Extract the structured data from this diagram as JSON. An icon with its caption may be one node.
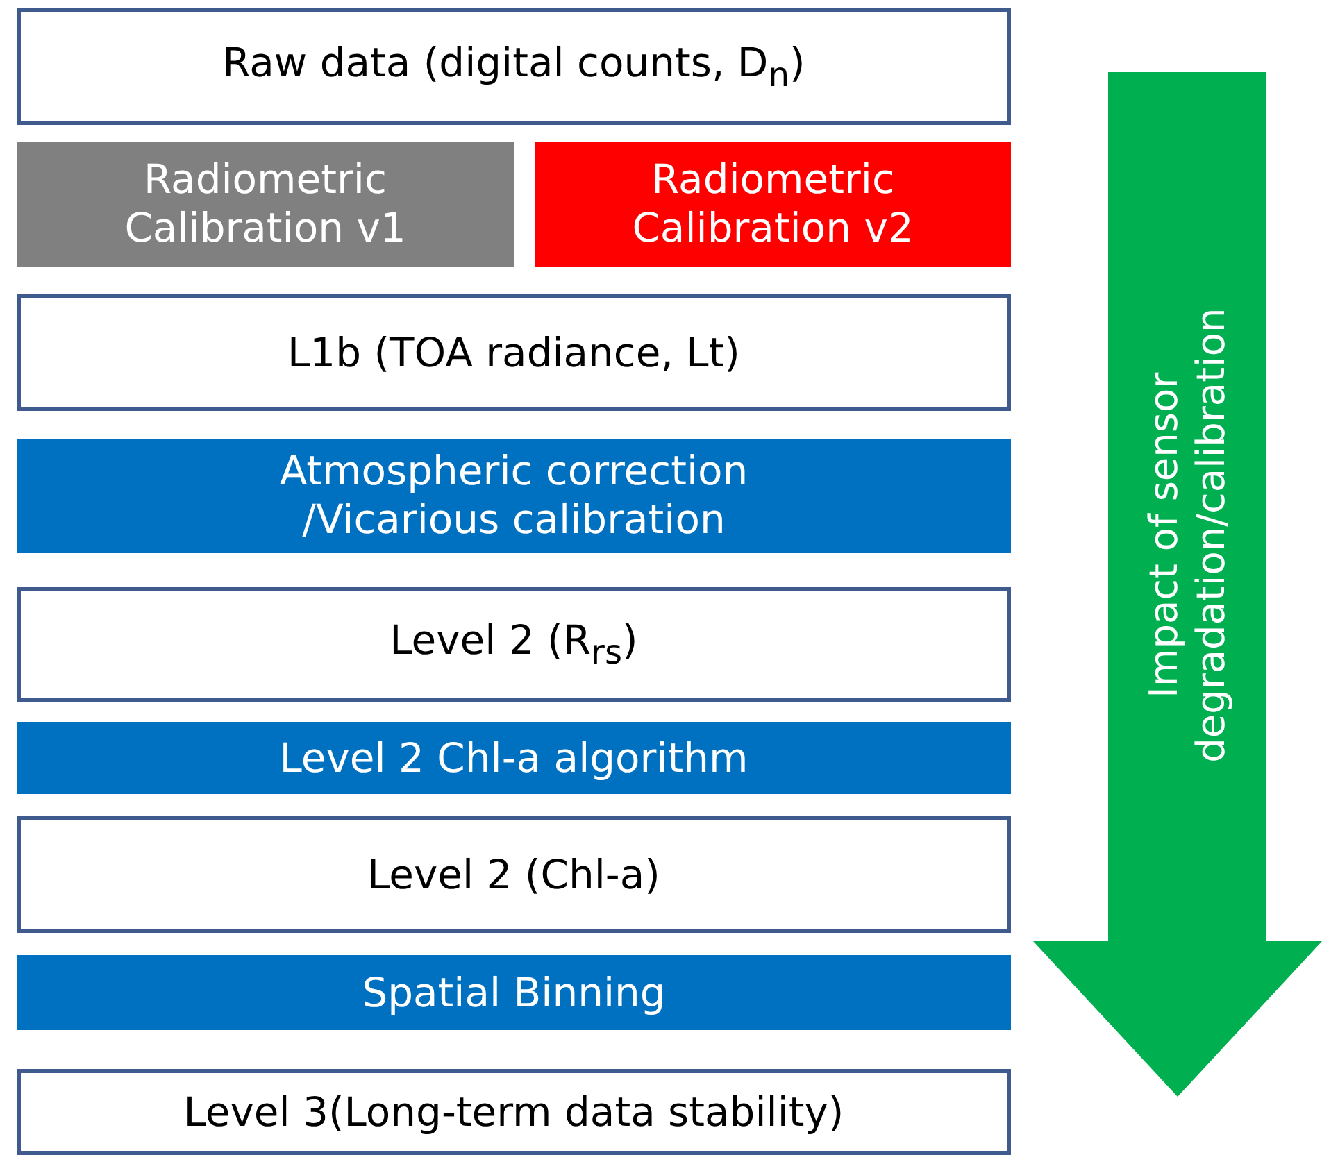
{
  "diagram": {
    "nodes": [
      {
        "text": [
          "Raw data (digital counts, D$_{n}$)"
        ]
      },
      {
        "text": [
          "Radiometric Calibration v1"
        ]
      },
      {
        "text": [
          "Radiometric Calibration v2"
        ]
      },
      {
        "text": [
          "L1b (TOA radiance, Lt)"
        ]
      },
      {
        "text": [
          "Atmospheric correction /Vicarious calibration"
        ]
      },
      {
        "text": [
          "Level 2 (R$_{rs}$)"
        ]
      },
      {
        "text": [
          "Level 2 Chl-a algorithm"
        ]
      },
      {
        "text": [
          "Level 2 (Chl-a)"
        ]
      },
      {
        "text": [
          "Spatial Binning"
        ]
      },
      {
        "text": [
          "Level 3(Long-term data stability)"
        ]
      },
      {
        "text": [
          "Impact of sensor degradation/calibration"
        ]
      }
    ]
  }
}
